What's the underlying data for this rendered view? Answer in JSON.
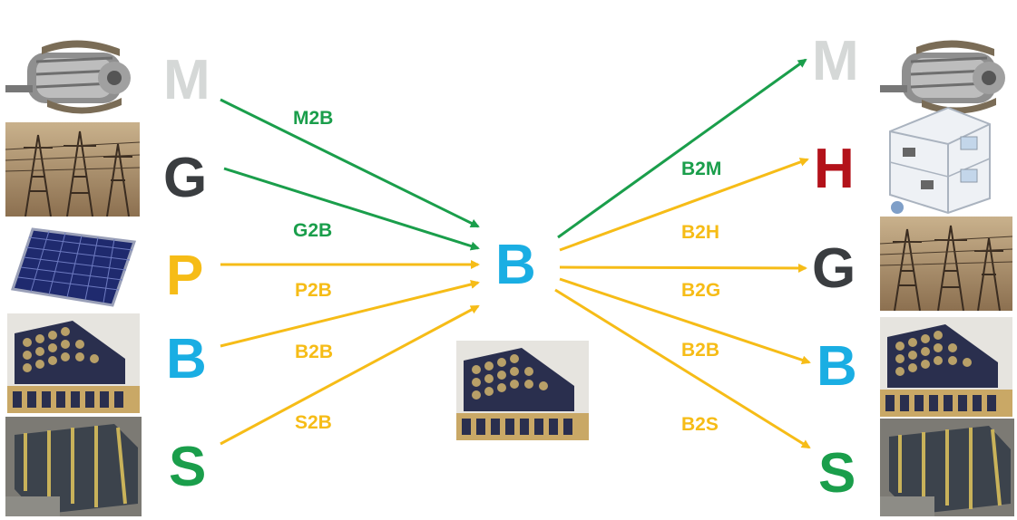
{
  "colors": {
    "green": "#1a9e4b",
    "yellow": "#f6bc17",
    "blue": "#1aaee3",
    "gray": "#d5d8d7",
    "dark": "#3a3d40",
    "red": "#b3121a"
  },
  "center": {
    "letter": "B",
    "image": "battery-pack-image"
  },
  "left_nodes": [
    {
      "letter": "M",
      "image": "electric-motor-image"
    },
    {
      "letter": "G",
      "image": "power-grid-image"
    },
    {
      "letter": "P",
      "image": "solar-panel-image"
    },
    {
      "letter": "B",
      "image": "battery-pack-image"
    },
    {
      "letter": "S",
      "image": "stationary-storage-image"
    }
  ],
  "right_nodes": [
    {
      "letter": "M",
      "image": "electric-motor-image"
    },
    {
      "letter": "H",
      "image": "house-image"
    },
    {
      "letter": "G",
      "image": "power-grid-image"
    },
    {
      "letter": "B",
      "image": "battery-pack-image"
    },
    {
      "letter": "S",
      "image": "stationary-storage-image"
    }
  ],
  "flows_in": [
    {
      "label": "M2B"
    },
    {
      "label": "G2B"
    },
    {
      "label": "P2B"
    },
    {
      "label": "B2B"
    },
    {
      "label": "S2B"
    }
  ],
  "flows_out": [
    {
      "label": "B2M"
    },
    {
      "label": "B2H"
    },
    {
      "label": "B2G"
    },
    {
      "label": "B2B"
    },
    {
      "label": "B2S"
    }
  ]
}
